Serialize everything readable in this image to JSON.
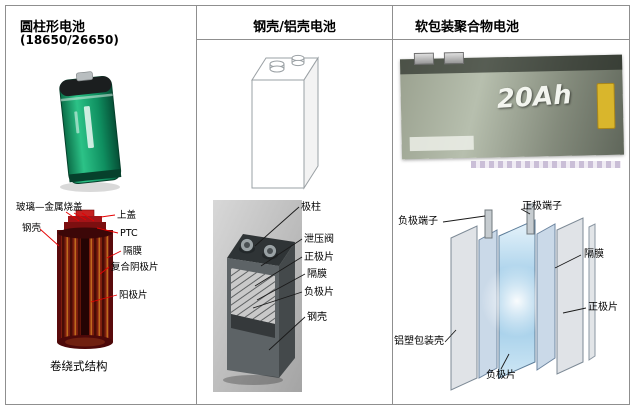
{
  "figure": {
    "type": "battery-form-factor-comparison"
  },
  "colors": {
    "red_leader": "#e60000",
    "dark_leader": "#1a1a1a",
    "border": "#8f8f8f"
  },
  "columns": [
    {
      "title": "圆柱形电池",
      "subtitle": "(18650/26650)",
      "caption": "卷绕式结构",
      "labels": {
        "glass_metal_seal_cap": "玻璃—金属烧盖",
        "steel_shell": "钢壳",
        "top_cover": "上盖",
        "ptc": "PTC",
        "separator": "隔膜",
        "composite_cathode_sheet": "复合阴极片",
        "anode_sheet": "阳极片"
      }
    },
    {
      "title": "钢壳/铝壳电池",
      "labels": {
        "terminal_post": "极柱",
        "vent_valve": "泄压阀",
        "cathode_sheet": "正极片",
        "separator": "隔膜",
        "anode_sheet": "负极片",
        "steel_case": "钢壳"
      }
    },
    {
      "title": "软包装聚合物电池",
      "photo_text": "20Ah",
      "labels": {
        "negative_terminal": "负极端子",
        "positive_terminal": "正极端子",
        "separator": "隔膜",
        "cathode_sheet": "正极片",
        "aluminum_laminate_case": "铝塑包装壳",
        "anode_sheet": "负极片"
      }
    }
  ]
}
